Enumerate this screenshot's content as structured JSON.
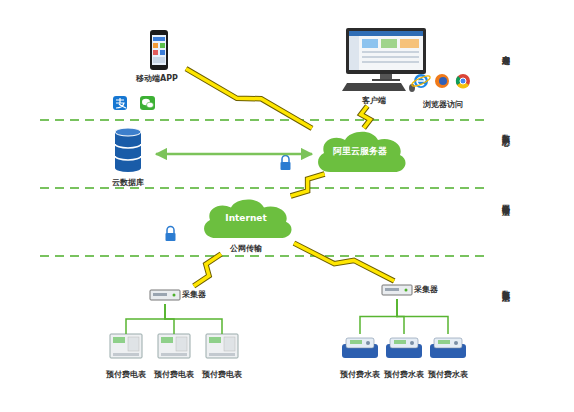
{
  "diagram": {
    "nodes": [
      {
        "text": [
          "移动端APP"
        ]
      },
      {
        "text": [
          "客户端"
        ]
      },
      {
        "text": [
          "浏览器访问"
        ]
      },
      {
        "text": [
          "云数据库"
        ]
      },
      {
        "text": [
          "阿里云服务器"
        ]
      },
      {
        "text": [
          "Internet",
          "公网传输"
        ]
      },
      {
        "text": [
          "采集器"
        ]
      },
      {
        "text": [
          "采集器"
        ]
      },
      {
        "text": [
          "预付费电表"
        ]
      },
      {
        "text": [
          "预付费电表"
        ]
      },
      {
        "text": [
          "预付费电表"
        ]
      },
      {
        "text": [
          "预付费水表"
        ]
      },
      {
        "text": [
          "预付费水表"
        ]
      },
      {
        "text": [
          "预付费水表"
        ]
      }
    ],
    "edges": [
      {
        "from": 0,
        "to": 4,
        "arrow": "none"
      },
      {
        "from": 1,
        "to": 4,
        "arrow": "none"
      },
      {
        "from": 3,
        "to": 4,
        "arrow": "both"
      },
      {
        "from": 4,
        "to": 5,
        "arrow": "none"
      },
      {
        "from": 5,
        "to": 6,
        "arrow": "none"
      },
      {
        "from": 5,
        "to": 7,
        "arrow": "none"
      },
      {
        "from": 6,
        "to": 8,
        "arrow": "none"
      },
      {
        "from": 6,
        "to": 9,
        "arrow": "none"
      },
      {
        "from": 6,
        "to": 10,
        "arrow": "none"
      },
      {
        "from": 7,
        "to": 11,
        "arrow": "none"
      },
      {
        "from": 7,
        "to": 12,
        "arrow": "none"
      },
      {
        "from": 7,
        "to": 13,
        "arrow": "none"
      }
    ],
    "labels": [
      "客户端层",
      "数据中心层",
      "网络传输层",
      "数据采集层"
    ]
  }
}
